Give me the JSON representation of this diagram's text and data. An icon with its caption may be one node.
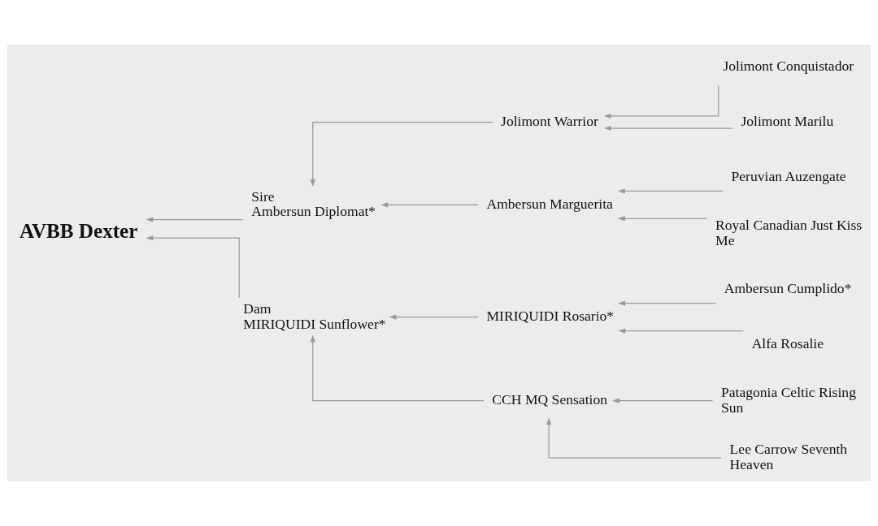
{
  "diagram": {
    "nodes": [
      {
        "text": [
          "AVBB Dexter"
        ]
      },
      {
        "text": [
          "Sire",
          "Ambersun Diplomat*"
        ]
      },
      {
        "text": [
          "Dam",
          "MIRIQUIDI Sunflower*"
        ]
      },
      {
        "text": [
          "Jolimont Warrior"
        ]
      },
      {
        "text": [
          "Ambersun Marguerita"
        ]
      },
      {
        "text": [
          "MIRIQUIDI Rosario*"
        ]
      },
      {
        "text": [
          "CCH MQ Sensation"
        ]
      },
      {
        "text": [
          "Jolimont Conquistador"
        ]
      },
      {
        "text": [
          "Jolimont Marilu"
        ]
      },
      {
        "text": [
          "Peruvian Auzengate"
        ]
      },
      {
        "text": [
          "Royal Canadian Just Kiss Me"
        ]
      },
      {
        "text": [
          "Ambersun Cumplido*"
        ]
      },
      {
        "text": [
          "Alfa Rosalie"
        ]
      },
      {
        "text": [
          "Patagonia Celtic Rising Sun"
        ]
      },
      {
        "text": [
          "Lee Carrow Seventh Heaven"
        ]
      }
    ],
    "edges": [
      {
        "from": 1,
        "to": 0,
        "arrow": "to"
      },
      {
        "from": 2,
        "to": 0,
        "arrow": "to"
      },
      {
        "from": 3,
        "to": 1,
        "arrow": "to"
      },
      {
        "from": 4,
        "to": 1,
        "arrow": "to"
      },
      {
        "from": 5,
        "to": 2,
        "arrow": "to"
      },
      {
        "from": 6,
        "to": 2,
        "arrow": "to"
      },
      {
        "from": 7,
        "to": 3,
        "arrow": "to"
      },
      {
        "from": 8,
        "to": 3,
        "arrow": "to"
      },
      {
        "from": 9,
        "to": 4,
        "arrow": "to"
      },
      {
        "from": 10,
        "to": 4,
        "arrow": "to"
      },
      {
        "from": 11,
        "to": 5,
        "arrow": "to"
      },
      {
        "from": 12,
        "to": 5,
        "arrow": "to"
      },
      {
        "from": 13,
        "to": 6,
        "arrow": "to"
      },
      {
        "from": 14,
        "to": 6,
        "arrow": "to"
      }
    ]
  }
}
